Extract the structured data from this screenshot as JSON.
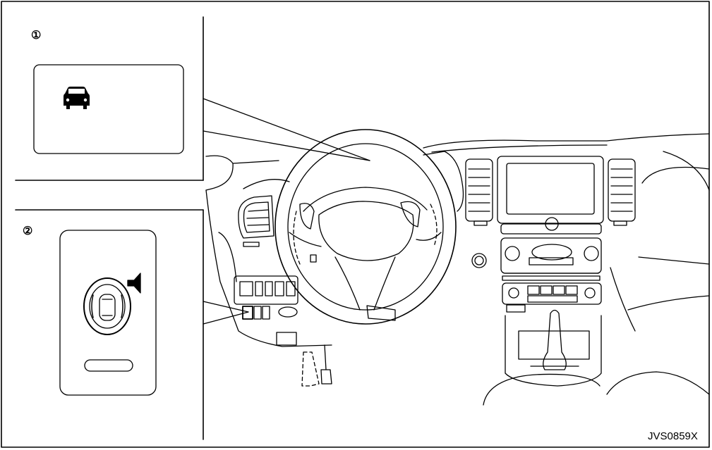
{
  "callouts": {
    "one": {
      "number": "①",
      "icon": "car-front-icon"
    },
    "two": {
      "number": "②",
      "icon": "vehicle-sonar-switch-icon"
    }
  },
  "figure_code": "JVS0859X",
  "colors": {
    "line": "#000000",
    "background": "#ffffff"
  }
}
